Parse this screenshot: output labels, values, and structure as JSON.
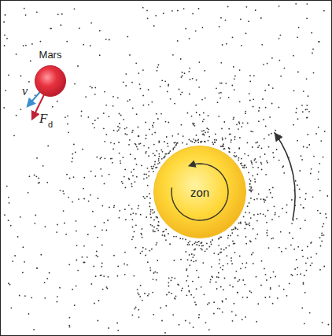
{
  "diagram": {
    "nodes": [
      {
        "text": [
          "Mars"
        ]
      },
      {
        "text": [
          "zon"
        ]
      }
    ],
    "labels": [
      "v",
      "F",
      "d"
    ]
  }
}
